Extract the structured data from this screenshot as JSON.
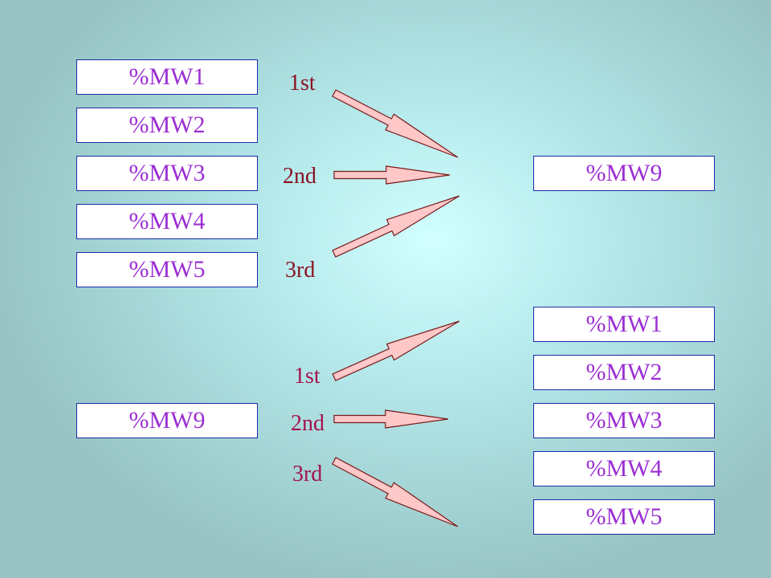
{
  "colors": {
    "box_text": "#9b2fd2",
    "label_top": "#8a1222",
    "label_bottom": "#a4124e",
    "arrow_fill": "#ffc8c8",
    "arrow_stroke": "#7a1a1a",
    "box_border": "#1a2aa8"
  },
  "top": {
    "sources": [
      "%MW1",
      "%MW2",
      "%MW3",
      "%MW4",
      "%MW5"
    ],
    "labels": [
      "1st",
      "2nd",
      "3rd"
    ],
    "target": "%MW9"
  },
  "bottom": {
    "source": "%MW9",
    "labels": [
      "1st",
      "2nd",
      "3rd"
    ],
    "targets": [
      "%MW1",
      "%MW2",
      "%MW3",
      "%MW4",
      "%MW5"
    ]
  }
}
